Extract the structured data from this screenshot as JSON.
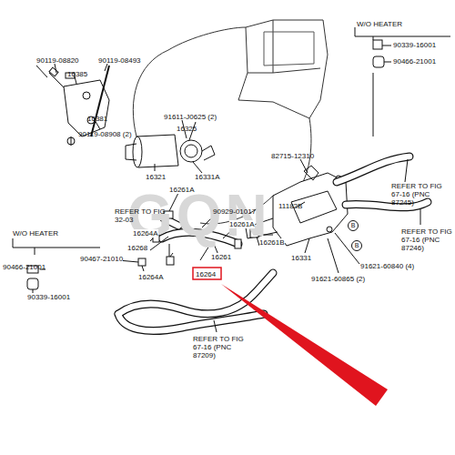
{
  "diagram": {
    "labels": [
      "W/O HEATER",
      "90339-16001",
      "90466-21001",
      "90119-08820",
      "90119-08493",
      "16385",
      "16381",
      "90119-08908 (2)",
      "91611-J0625 (2)",
      "16325",
      "16321",
      "16331A",
      "82715-12310",
      "11182B",
      "REFER TO FIG 67-16 (PNC 87245)",
      "REFER TO FIG 67-16 (PNC 87246)",
      "16261A",
      "REFER TO FIG 32-03",
      "90929-01017",
      "16261A",
      "16264A",
      "16268",
      "16261B",
      "16261",
      "16331",
      "B",
      "B",
      "91621-60840 (4)",
      "91621-60865 (2)",
      "W/O HEATER",
      "90467-21010",
      "90466-21001",
      "90339-16001",
      "16264A",
      "16264",
      "REFER TO FIG 67-16 (PNC 87209)",
      "GQN"
    ]
  }
}
